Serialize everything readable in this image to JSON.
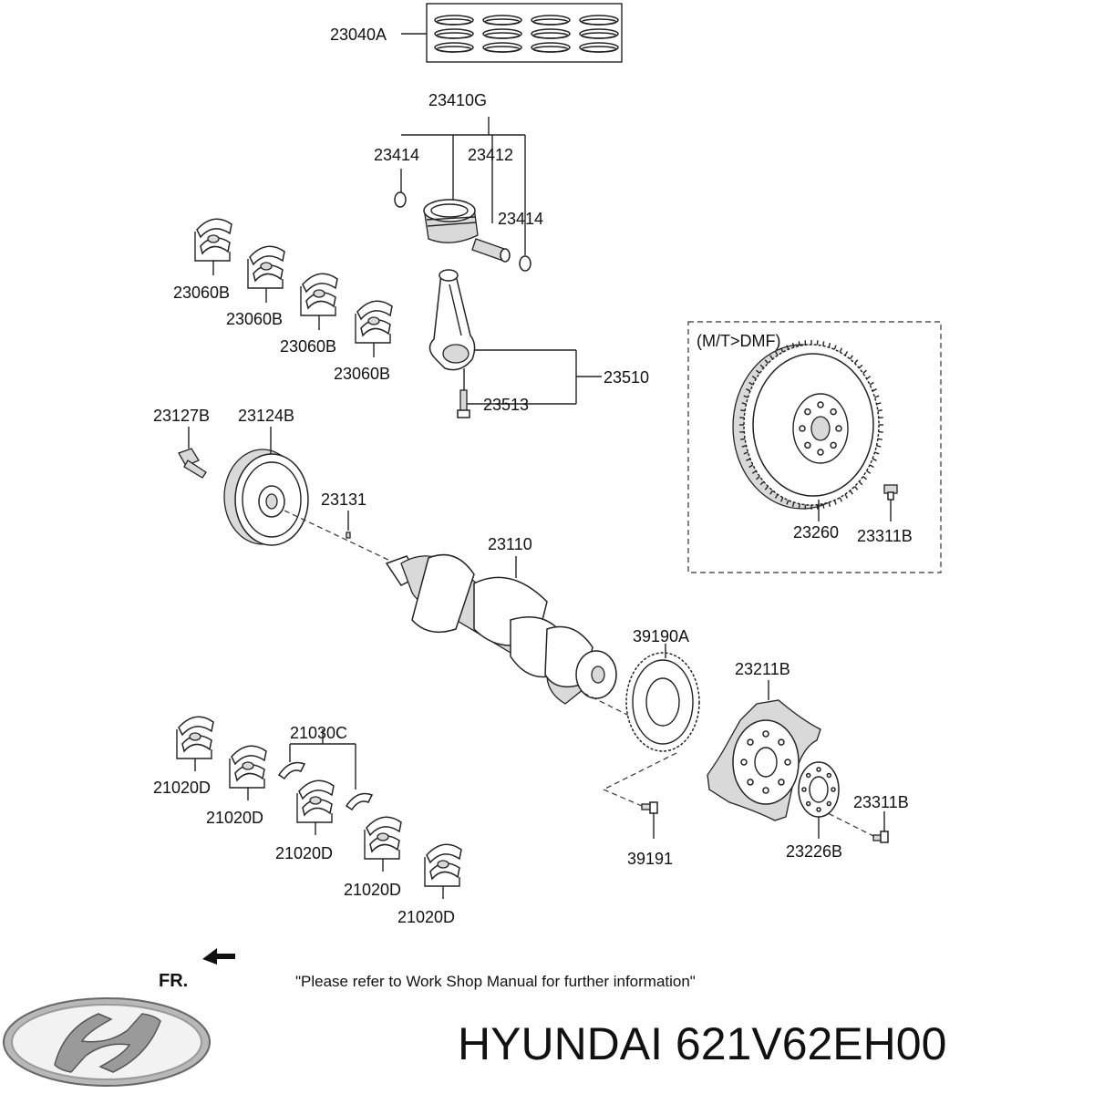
{
  "labels": {
    "piston_ring_set": "23040A",
    "piston_assembly": "23410G",
    "snap_ring_left": "23414",
    "piston_pin": "23412",
    "snap_ring_right": "23414",
    "conrod_bearing_1": "23060B",
    "conrod_bearing_2": "23060B",
    "conrod_bearing_3": "23060B",
    "conrod_bearing_4": "23060B",
    "connecting_rod": "23510",
    "conrod_bolt": "23513",
    "pulley_bolt": "23127B",
    "damper_pulley": "23124B",
    "key": "23131",
    "crankshaft": "23110",
    "dmf_note": "(M/T>DMF)",
    "flywheel": "23260",
    "flywheel_bolt": "23311B",
    "target_wheel": "39190A",
    "target_wheel_screw": "39191",
    "drive_plate": "23211B",
    "thrust_bearing": "21030C",
    "main_bearing_1": "21020D",
    "main_bearing_2": "21020D",
    "main_bearing_3": "21020D",
    "main_bearing_4": "21020D",
    "main_bearing_5": "21020D",
    "drive_plate_adapter": "23226B",
    "drive_plate_bolt": "23311B"
  },
  "footer": {
    "front_marker": "FR.",
    "note": "\"Please refer to Work Shop Manual for further information\"",
    "brand_logo": "Hyundai",
    "title": "HYUNDAI 621V62EH00"
  }
}
